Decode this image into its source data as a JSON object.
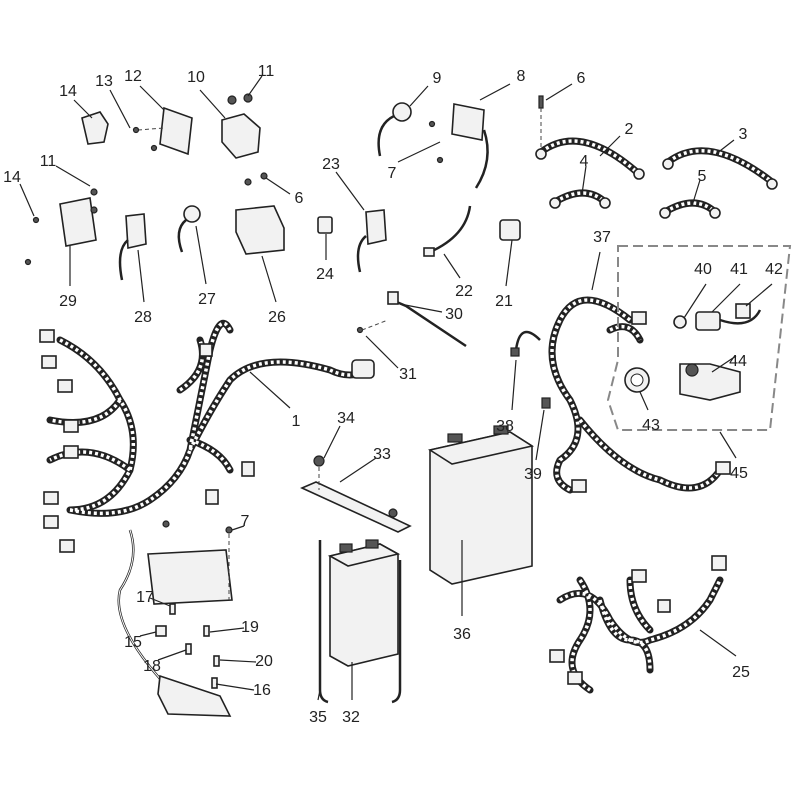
{
  "diagram": {
    "title": "Electrical components exploded parts diagram",
    "callouts": [
      "14",
      "13",
      "12",
      "10",
      "11",
      "9",
      "8",
      "6",
      "2",
      "3",
      "4",
      "5",
      "7",
      "14",
      "11",
      "6",
      "23",
      "29",
      "28",
      "27",
      "26",
      "24",
      "22",
      "21",
      "30",
      "31",
      "37",
      "40",
      "41",
      "42",
      "44",
      "43",
      "45",
      "1",
      "34",
      "33",
      "38",
      "39",
      "36",
      "7",
      "17",
      "19",
      "15",
      "18",
      "20",
      "16",
      "35",
      "32",
      "25"
    ]
  }
}
